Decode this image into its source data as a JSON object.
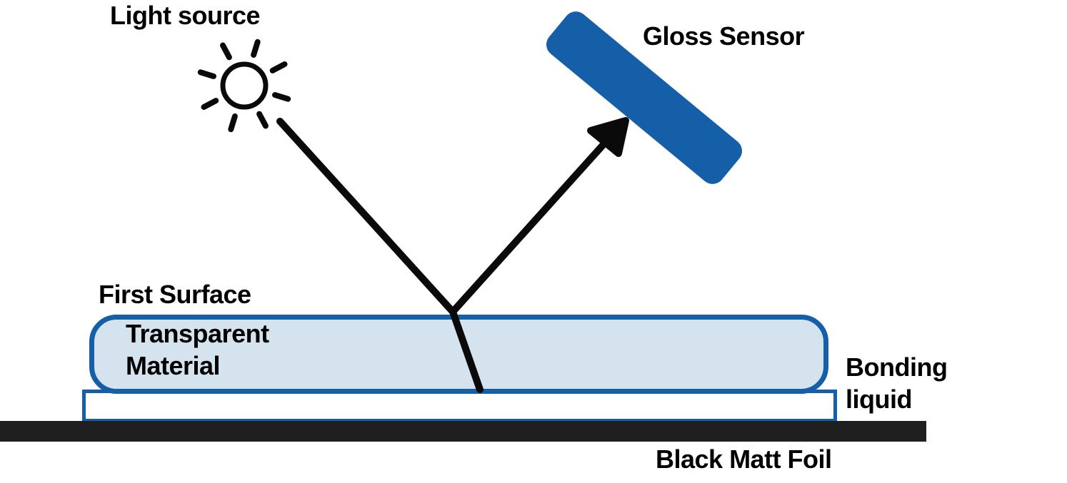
{
  "diagram": {
    "labels": {
      "light_source": "Light source",
      "gloss_sensor": "Gloss Sensor",
      "first_surface": "First Surface",
      "transparent_material": {
        "line1": "Transparent",
        "line2": "Material"
      },
      "bonding_liquid": {
        "line1": "Bonding",
        "line2": "liquid"
      },
      "black_matt_foil": "Black Matt Foil"
    },
    "icons": {
      "light_source": "sun-icon",
      "gloss_sensor": "sensor-bar-icon",
      "incident_ray": "incident-ray-line",
      "reflected_ray": "reflected-ray-arrow",
      "refracted_ray": "refracted-ray-line"
    },
    "colors": {
      "accent_blue": "#155FA8",
      "transparent_material_fill": "#D5E3EF",
      "foil_black": "#1F1F1F",
      "line_black": "#0A0A0A",
      "text_black": "#000000"
    }
  }
}
